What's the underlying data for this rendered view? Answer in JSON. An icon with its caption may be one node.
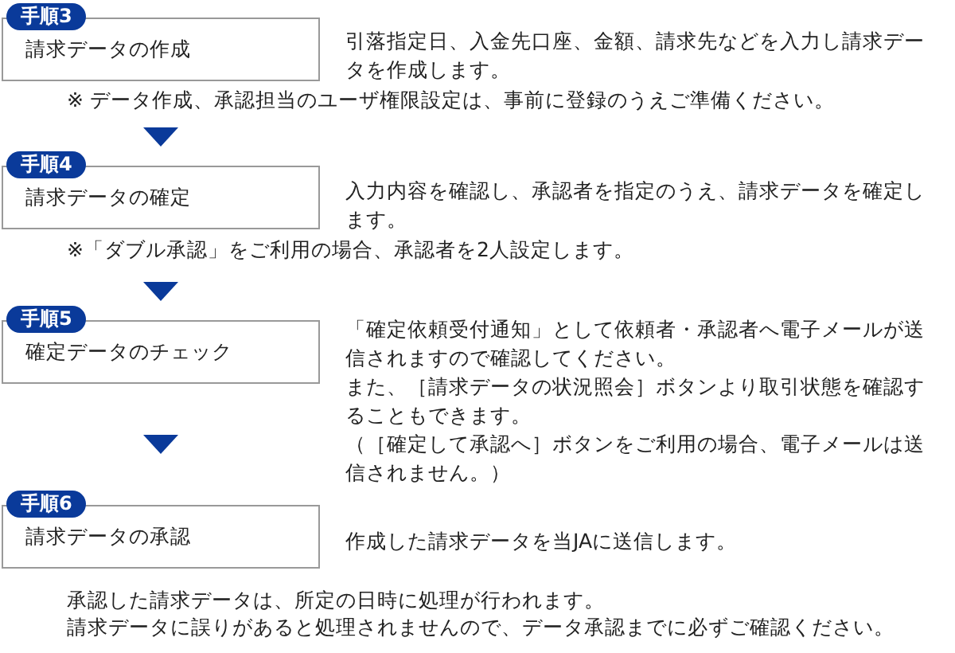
{
  "diagram": {
    "nodes": [
      {
        "text": [
          "手順3",
          "請求データの作成"
        ],
        "beside": [
          "引落指定日、入金先口座、金額、請求先などを入力し請求データを作成します。"
        ]
      },
      {
        "text": [
          "手順4",
          "請求データの確定"
        ],
        "beside": [
          "入力内容を確認し、承認者を指定のうえ、請求データを確定します。"
        ]
      },
      {
        "text": [
          "手順5",
          "確定データのチェック"
        ],
        "beside": [
          "「確定依頼受付通知」として依頼者・承認者へ電子メールが送信されますので確認してください。",
          "また、［請求データの状況照会］ボタンより取引状態を確認することもできます。",
          "（［確定して承認へ］ボタンをご利用の場合、電子メールは送信されません。）"
        ]
      },
      {
        "text": [
          "手順6",
          "請求データの承認"
        ],
        "beside": [
          "作成した請求データを当JAに送信します。"
        ]
      }
    ],
    "edges": [
      {
        "from": 0,
        "to": 1,
        "arrow": "to"
      },
      {
        "from": 1,
        "to": 2,
        "arrow": "to"
      },
      {
        "from": 2,
        "to": 3,
        "arrow": "to"
      }
    ],
    "labels": [
      "※ データ作成、承認担当のユーザ権限設定は、事前に登録のうえご準備ください。",
      "※「ダブル承認」をご利用の場合、承認者を2人設定します。",
      "承認した請求データは、所定の日時に処理が行われます。",
      "請求データに誤りがあると処理されませんので、データ承認までに必ずご確認ください。"
    ]
  }
}
